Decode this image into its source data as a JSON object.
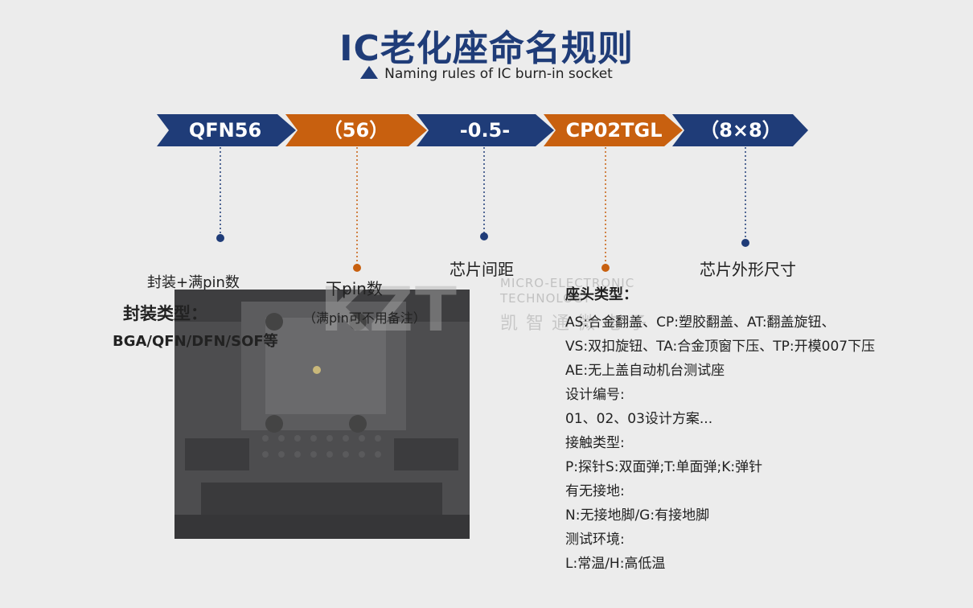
{
  "title": "IC老化座命名规则",
  "subtitle": "Naming rules of IC burn-in socket",
  "segments": [
    {
      "label": "QFN56",
      "color": "#1f3c78"
    },
    {
      "label": "（56）",
      "color": "#c8600f"
    },
    {
      "label": "-0.5-",
      "color": "#1f3c78"
    },
    {
      "label": "CP02TGL",
      "color": "#c8600f"
    },
    {
      "label": "（8×8）",
      "color": "#1f3c78"
    }
  ],
  "labels": {
    "pkg_pin": "封装+满pin数",
    "pkg_type": "封装类型：",
    "pkg_examples": "BGA/QFN/DFN/SOF等",
    "lower_pin": "下pin数",
    "lower_pin_note": "（满pin可不用备注）",
    "pitch": "芯片间距",
    "size": "芯片外形尺寸"
  },
  "socket_desc": [
    "座头类型：",
    "AS:合金翻盖、CP:塑胶翻盖、AT:翻盖旋钮、",
    "VS:双扣旋钮、TA:合金顶窗下压、TP:开模007下压",
    "AE:无上盖自动机台测试座",
    "设计编号:",
    "01、02、03设计方案...",
    "接触类型:",
    "P:探针S:双面弹;T:单面弹;K:弹针",
    "有无接地:",
    "N:无接地脚/G:有接地脚",
    "测试环境:",
    "L:常温/H:高低温"
  ],
  "watermark": {
    "line1": "MICRO-ELECTRONIC",
    "line2": "TECHNOLOGY",
    "cn": "凯智通微电子"
  },
  "colors": {
    "navy": "#1f3c78",
    "orange": "#c8600f"
  }
}
